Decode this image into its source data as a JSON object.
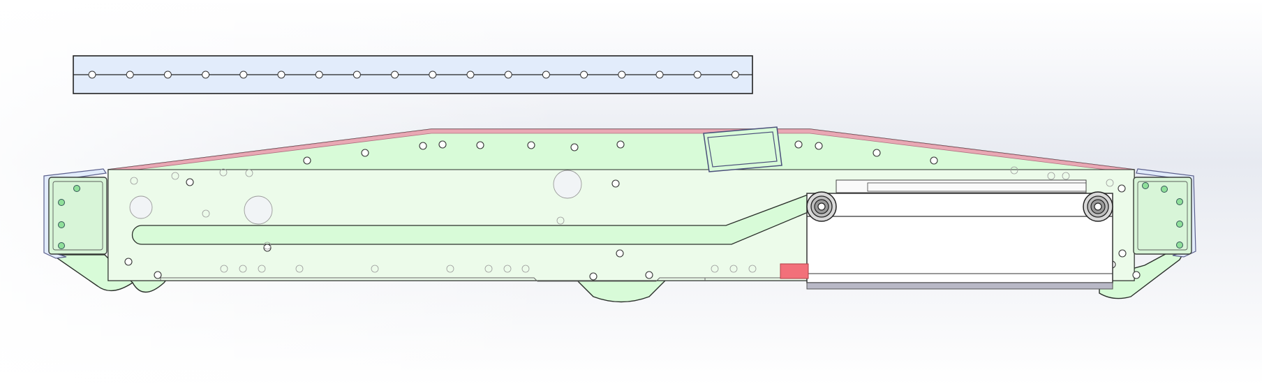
{
  "view": {
    "background_top": "#ffffff",
    "background_mid": "#e7eaf1"
  },
  "colors": {
    "plate_fill": "#d8fbd8",
    "plate_inner_fill": "#ecfbea",
    "plate_stroke": "#2a2f2a",
    "strip_fill": "#e2ecfb",
    "edge_red": "#e9a8b4",
    "accent_red": "#f2707a",
    "bracket_fill": "#d8f5d8",
    "bracket_edge": "#7f86b8",
    "module_fill": "#ffffff",
    "module_base": "#b8b8c6",
    "hole_stroke": "#333333",
    "ghost_stroke": "#9a9a9a"
  },
  "parts": [
    {
      "name": "hinge-strip",
      "type": "rectangular strip with a row of holes",
      "hole_count": 18
    },
    {
      "name": "side-frame-plate",
      "type": "trapezoid side plate with slot"
    },
    {
      "name": "left-end-bracket",
      "type": "bent bracket"
    },
    {
      "name": "right-end-bracket",
      "type": "bent bracket"
    },
    {
      "name": "roller-module",
      "type": "box with two rollers"
    },
    {
      "name": "top-rectangular-tab",
      "type": "tilted rectangular tab"
    },
    {
      "name": "red-stop-block",
      "type": "small block"
    }
  ]
}
